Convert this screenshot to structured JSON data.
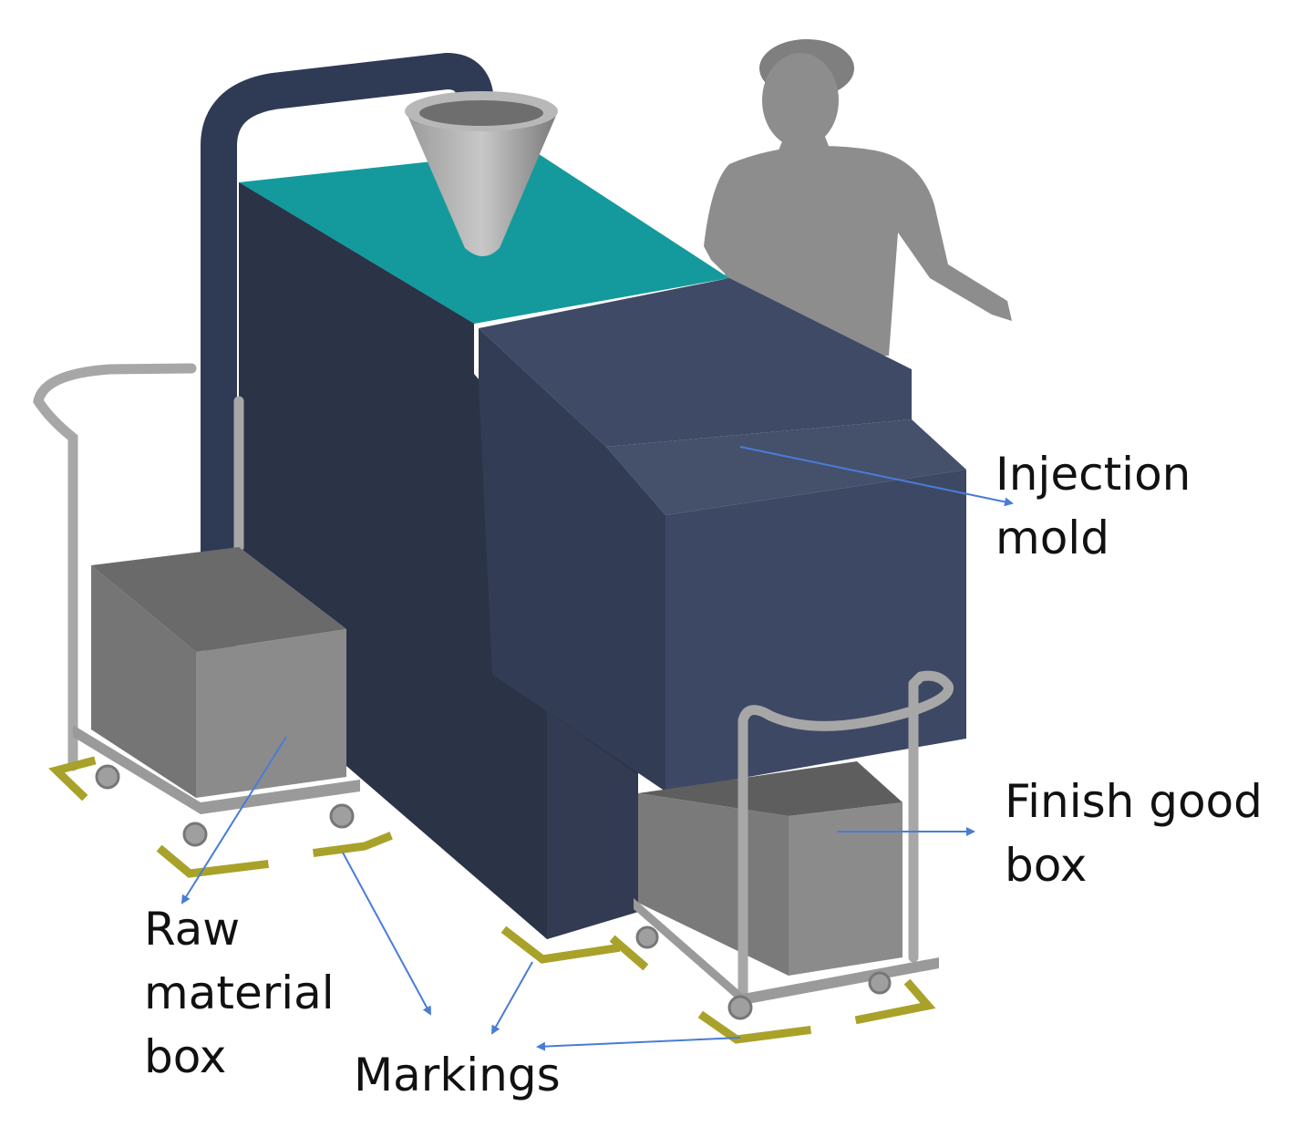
{
  "labels": {
    "injection_mold": [
      "Injection",
      "mold"
    ],
    "finish_good_box": [
      "Finish good",
      "box"
    ],
    "raw_material_box": [
      "Raw",
      "material",
      "box"
    ],
    "markings": "Markings"
  },
  "colors": {
    "machine_dark": "#2b3347",
    "machine_mid": "#323b52",
    "mold_unit": "#3f4a66",
    "teal_top": "#149a9c",
    "pipe": "#2f3a55",
    "hopper": "#8c8c8c",
    "bin": "#8b8b8b",
    "bin_dark": "#6a6a6a",
    "cart_frame": "#a7a7a7",
    "operator": "#8d8d8d",
    "floor_marking": "#a8a22a",
    "arrow": "#4a7cd6",
    "text": "#111111"
  },
  "icons": [
    "injection-molding-machine",
    "operator-figure",
    "hopper",
    "feed-pipe",
    "raw-material-cart",
    "finish-good-cart",
    "floor-marking"
  ]
}
